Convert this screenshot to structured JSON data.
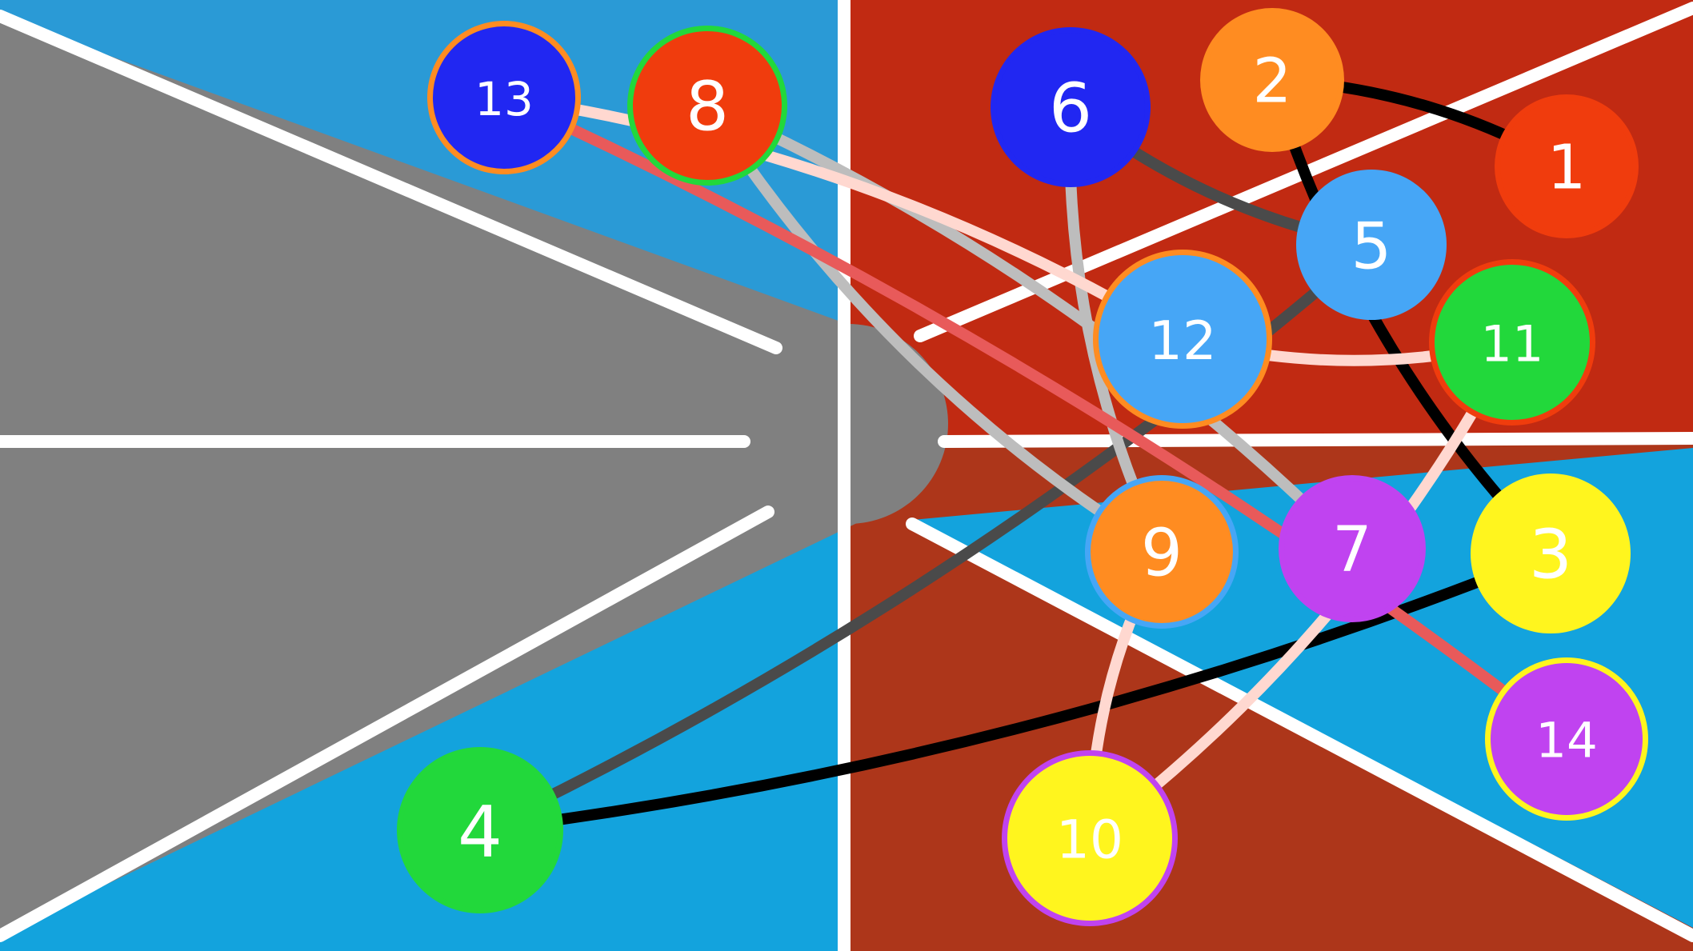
{
  "colors": {
    "background_blue_top": "#2a9ad6",
    "background_blue_bottom": "#13a3dd",
    "background_red_top": "#c12a12",
    "background_red_bottom": "#ad361a",
    "center_gray": "#808080",
    "divider_white": "#ffffff"
  },
  "nodes": [
    {
      "label": "1",
      "fill": "#f03c0d",
      "ring": "#f03c0d"
    },
    {
      "label": "2",
      "fill": "#ff8c21",
      "ring": "#ff8c21"
    },
    {
      "label": "3",
      "fill": "#fff51e",
      "ring": "#fff51e"
    },
    {
      "label": "4",
      "fill": "#22d83b",
      "ring": "#22d83b"
    },
    {
      "label": "5",
      "fill": "#46a6f6",
      "ring": "#46a6f6"
    },
    {
      "label": "6",
      "fill": "#2127f2",
      "ring": "#2127f2"
    },
    {
      "label": "7",
      "fill": "#c043f0",
      "ring": "#c043f0"
    },
    {
      "label": "8",
      "fill": "#f03c0d",
      "ring": "#22d83b"
    },
    {
      "label": "9",
      "fill": "#ff8c21",
      "ring": "#46a6f6"
    },
    {
      "label": "10",
      "fill": "#fff51e",
      "ring": "#c043f0"
    },
    {
      "label": "11",
      "fill": "#22d83b",
      "ring": "#f03c0d"
    },
    {
      "label": "12",
      "fill": "#46a6f6",
      "ring": "#ff8c21"
    },
    {
      "label": "13",
      "fill": "#2127f2",
      "ring": "#ff8c21"
    },
    {
      "label": "14",
      "fill": "#c043f0",
      "ring": "#fff51e"
    }
  ],
  "strokes": [
    {
      "from": "2",
      "to": "1",
      "color": "#000000"
    },
    {
      "from": "2",
      "to": "3",
      "color": "#000000"
    },
    {
      "from": "3",
      "to": "4",
      "color": "#000000"
    },
    {
      "from": "6",
      "to": "5",
      "color": "#4a4a4a"
    },
    {
      "from": "5",
      "to": "4",
      "color": "#4a4a4a"
    },
    {
      "from": "6",
      "to": "9",
      "color": "#bdbdbd"
    },
    {
      "from": "8",
      "to": "7",
      "color": "#bdbdbd"
    },
    {
      "from": "8",
      "to": "9",
      "color": "#bdbdbd"
    },
    {
      "from": "13",
      "to": "12",
      "color": "#ffd8d0"
    },
    {
      "from": "12",
      "to": "11",
      "color": "#ffd8d0"
    },
    {
      "from": "11",
      "to": "10",
      "color": "#ffd8d0"
    },
    {
      "from": "9",
      "to": "10",
      "color": "#ffd8d0"
    },
    {
      "from": "13",
      "to": "14",
      "color": "#e85a5a"
    }
  ]
}
